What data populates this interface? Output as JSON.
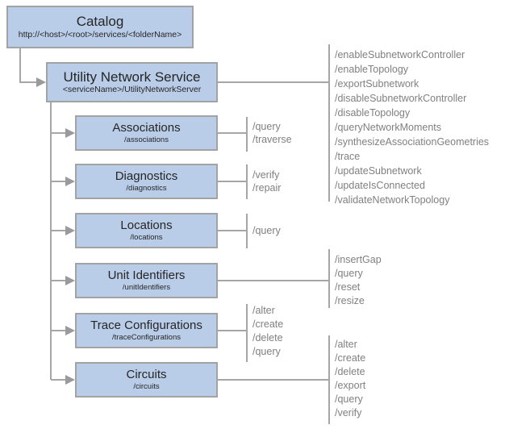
{
  "diagram": {
    "nodes": {
      "catalog": {
        "title": "Catalog",
        "subtitle": "http://<host>/<root>/services/<folderName>"
      },
      "service": {
        "title": "Utility Network Service",
        "subtitle": "<serviceName>/UtilityNetworkServer",
        "operations": [
          "/enableSubnetworkController",
          "/enableTopology",
          "/exportSubnetwork",
          "/disableSubnetworkController",
          "/disableTopology",
          "/queryNetworkMoments",
          "/synthesizeAssociationGeometries",
          "/trace",
          "/updateSubnetwork",
          "/updateIsConnected",
          "/validateNetworkTopology"
        ]
      },
      "resources": [
        {
          "title": "Associations",
          "subtitle": "/associations",
          "operations": [
            "/query",
            "/traverse"
          ]
        },
        {
          "title": "Diagnostics",
          "subtitle": "/diagnostics",
          "operations": [
            "/verify",
            "/repair"
          ]
        },
        {
          "title": "Locations",
          "subtitle": "/locations",
          "operations": [
            "/query"
          ]
        },
        {
          "title": "Unit Identifiers",
          "subtitle": "/unitIdentifiers",
          "operations": [
            "/insertGap",
            "/query",
            "/reset",
            "/resize"
          ]
        },
        {
          "title": "Trace Configurations",
          "subtitle": "/traceConfigurations",
          "operations": [
            "/alter",
            "/create",
            "/delete",
            "/query"
          ]
        },
        {
          "title": "Circuits",
          "subtitle": "/circuits",
          "operations": [
            "/alter",
            "/create",
            "/delete",
            "/export",
            "/query",
            "/verify"
          ]
        }
      ]
    },
    "colors": {
      "node_fill": "#b9cce8",
      "node_border": "#a3a3a3",
      "connector": "#a6a6a6",
      "operation_text": "#808080",
      "node_text": "#262626",
      "background": "#ffffff"
    }
  }
}
